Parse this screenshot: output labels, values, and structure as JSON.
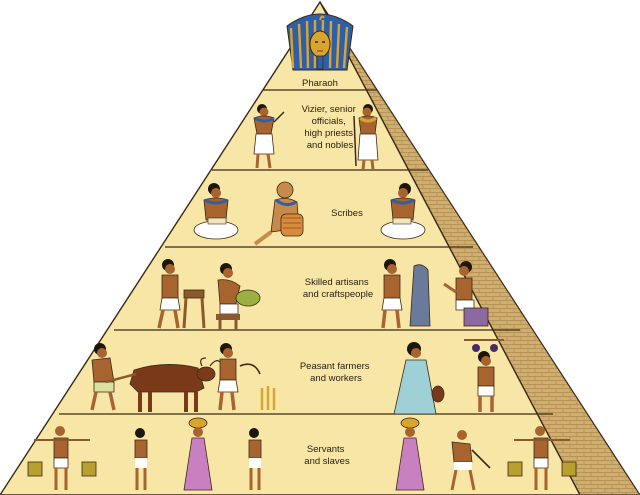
{
  "colors": {
    "face": "#f7e6a6",
    "side": "#c9a86a",
    "outline": "#3a2a16",
    "skin": "#a8642f",
    "linen": "#ffffff",
    "gold": "#d9a52e",
    "blue": "#2f5fa8"
  },
  "tiers": [
    {
      "id": "pharaoh",
      "label_lines": [
        "Pharaoh"
      ]
    },
    {
      "id": "vizier",
      "label_lines": [
        "Vizier, senior",
        "officials,",
        "high priests",
        "and nobles"
      ]
    },
    {
      "id": "scribes",
      "label_lines": [
        "Scribes"
      ]
    },
    {
      "id": "artisans",
      "label_lines": [
        "Skilled artisans",
        "and craftspeople"
      ]
    },
    {
      "id": "peasants",
      "label_lines": [
        "Peasant farmers",
        "and workers"
      ]
    },
    {
      "id": "servants",
      "label_lines": [
        "Servants",
        "and slaves"
      ]
    }
  ],
  "icons": {
    "pharaoh": "pharaoh-mask-icon",
    "official": "official-figure-icon",
    "scribe": "seated-scribe-icon",
    "artisan": "artisan-figure-icon",
    "farmer": "farmer-figure-icon",
    "ox": "ox-plough-icon",
    "servant": "servant-figure-icon"
  }
}
